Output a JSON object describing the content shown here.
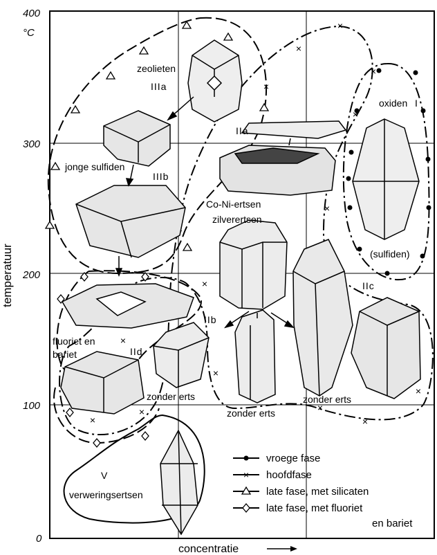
{
  "axes": {
    "y_label": "temperatuur",
    "y_unit": "°C",
    "y_ticks": [
      "400",
      "300",
      "200",
      "100",
      "0"
    ],
    "x_label": "concentratie"
  },
  "fields": {
    "IIIa": {
      "roman": "IIIa",
      "name": "zeolieten"
    },
    "IIIb": {
      "roman": "IIIb",
      "name": "jonge sulfiden"
    },
    "IIa": {
      "roman": "IIa",
      "name_1": "Co-Ni-ertsen",
      "name_2": "zilverertsen"
    },
    "IIb": {
      "roman": "IIb",
      "name": "zonder erts"
    },
    "IIc": {
      "roman": "IIc",
      "name": "zonder erts"
    },
    "IId": {
      "roman": "IId",
      "name_1": "fluoriet en",
      "name_2": "bariet",
      "name_3": "zonder erts"
    },
    "I": {
      "roman": "I",
      "name_1": "oxiden",
      "name_2": "(sulfiden)"
    },
    "V": {
      "roman": "V",
      "name": "verweringsertsen"
    }
  },
  "legend": [
    {
      "symbol": "—•—",
      "label": "vroege fase",
      "marker": "dot"
    },
    {
      "symbol": "—×—",
      "label": "hoofdfase",
      "marker": "cross"
    },
    {
      "symbol": "—△—",
      "label": "late fase, met silicaten",
      "marker": "triangle"
    },
    {
      "symbol": "—◊—",
      "label": "late fase, met fluoriet",
      "label_2": "en bariet",
      "marker": "diamond"
    }
  ]
}
